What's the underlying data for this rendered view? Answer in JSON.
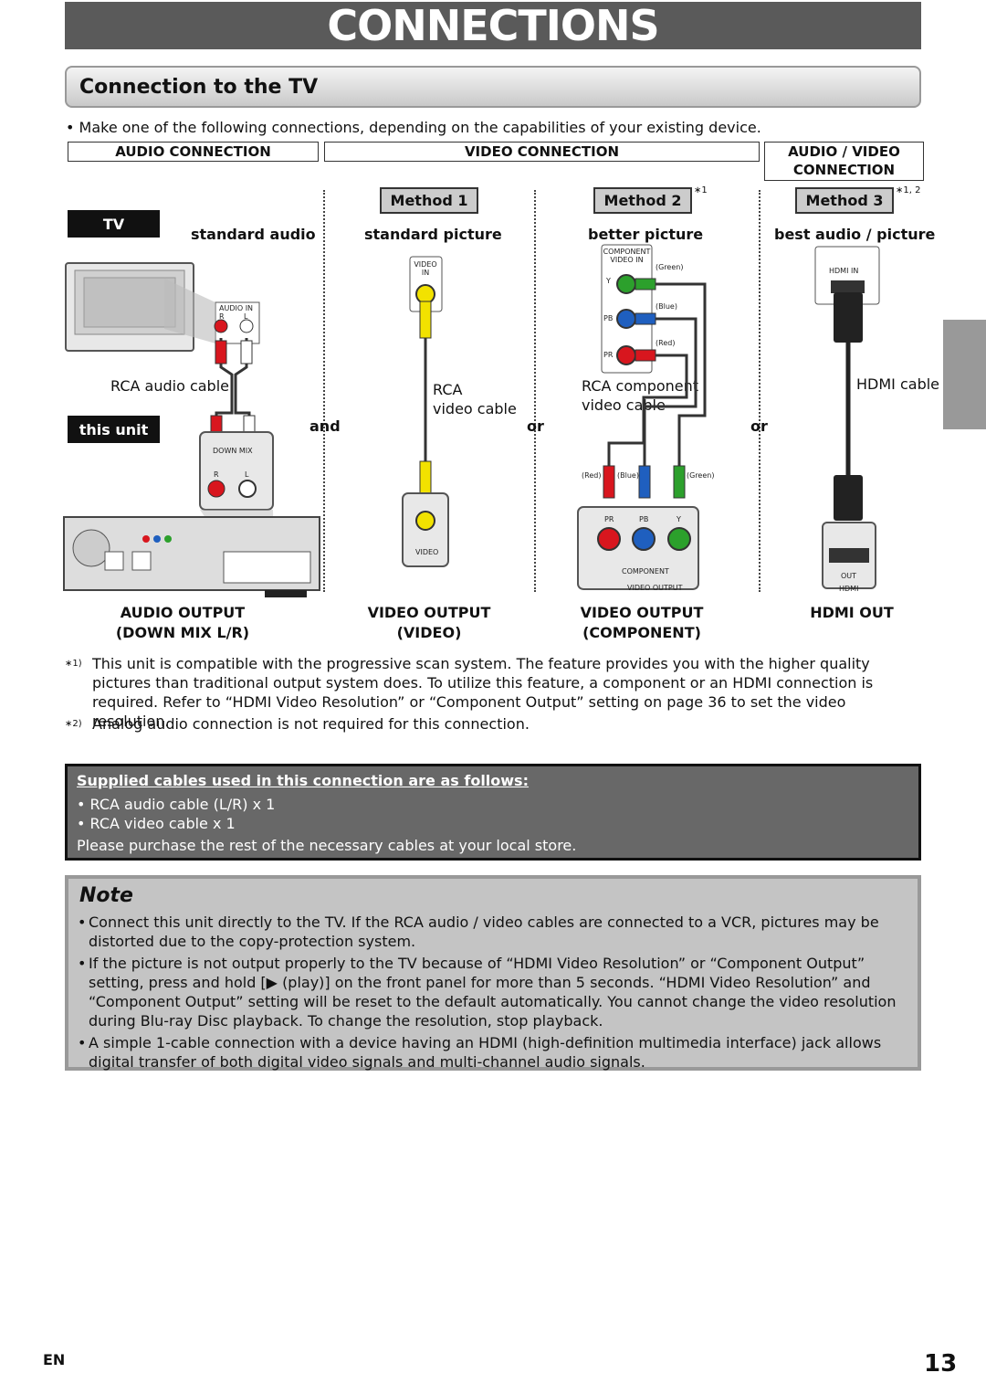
{
  "page_title": "CONNECTIONS",
  "section_title": "Connection to the TV",
  "intro": "• Make one of the following connections, depending on the capabilities of your existing device.",
  "categories": {
    "audio": "AUDIO CONNECTION",
    "video": "VIDEO CONNECTION",
    "av": "AUDIO / VIDEO CONNECTION"
  },
  "methods": [
    {
      "label": "Method 1",
      "note": "",
      "quality": "standard picture"
    },
    {
      "label": "Method 2",
      "note": "∗1",
      "quality": "better picture"
    },
    {
      "label": "Method 3",
      "note": "∗1, 2",
      "quality": "best audio / picture"
    }
  ],
  "tv_label": "TV",
  "unit_label": "this unit",
  "standard_audio": "standard audio",
  "connectors": {
    "and": "and",
    "or1": "or",
    "or2": "or"
  },
  "cables": {
    "rca_audio": "RCA audio cable",
    "rca_video": "RCA\nvideo cable",
    "rca_component": "RCA component\nvideo cable",
    "hdmi": "HDMI cable"
  },
  "jack_labels": {
    "audio_in": "AUDIO IN",
    "r": "R",
    "l": "L",
    "video_in": "VIDEO IN",
    "component_video_in": "COMPONENT VIDEO IN",
    "y": "Y",
    "pb": "PB",
    "pr": "PR",
    "green": "(Green)",
    "blue": "(Blue)",
    "red": "(Red)",
    "hdmi_in": "HDMI IN",
    "down_mix": "DOWN MIX",
    "video": "VIDEO",
    "component": "COMPONENT",
    "video_output": "VIDEO OUTPUT",
    "out": "OUT",
    "hdmi": "HDMI"
  },
  "outputs": [
    {
      "line1": "AUDIO OUTPUT",
      "line2": "(DOWN MIX L/R)"
    },
    {
      "line1": "VIDEO OUTPUT",
      "line2": "(VIDEO)"
    },
    {
      "line1": "VIDEO OUTPUT",
      "line2": "(COMPONENT)"
    },
    {
      "line1": "HDMI OUT",
      "line2": ""
    }
  ],
  "footnotes": [
    {
      "mark": "∗1)",
      "text": "This unit is compatible with the progressive scan system. The feature provides you with the higher quality pictures than traditional output system does. To utilize this feature, a component or an HDMI connection is required. Refer to “HDMI Video Resolution” or “Component Output” setting on page 36 to set the video resolution."
    },
    {
      "mark": "∗2)",
      "text": "Analog audio connection is not required for this connection."
    }
  ],
  "supplied": {
    "heading": "Supplied cables used in this connection are as follows:",
    "items": [
      "• RCA audio cable (L/R) x 1",
      "• RCA video cable x 1"
    ],
    "footer": "Please purchase the rest of the necessary cables at your local store."
  },
  "note": {
    "title": "Note",
    "items": [
      "Connect this unit directly to the TV. If the RCA audio / video cables are connected to a VCR, pictures may be distorted due to the copy-protection system.",
      "If the picture is not output properly to the TV because of “HDMI Video Resolution” or “Component Output” setting, press and hold [▶ (play)] on the front panel for more than 5 seconds. “HDMI Video Resolution” and “Component Output” setting will be reset to the default automatically. You cannot change the video resolution during Blu-ray Disc playback. To change the resolution, stop playback.",
      "A simple 1-cable connection with a device having an HDMI (high-definition multimedia interface) jack allows digital transfer of both digital video signals and multi-channel audio signals."
    ]
  },
  "language": "EN",
  "page_number": "13",
  "colors": {
    "red": "#d8161e",
    "green": "#2ca02c",
    "blue": "#1f5fbf",
    "yellow": "#f2e200",
    "banner": "#5a5a5a"
  }
}
